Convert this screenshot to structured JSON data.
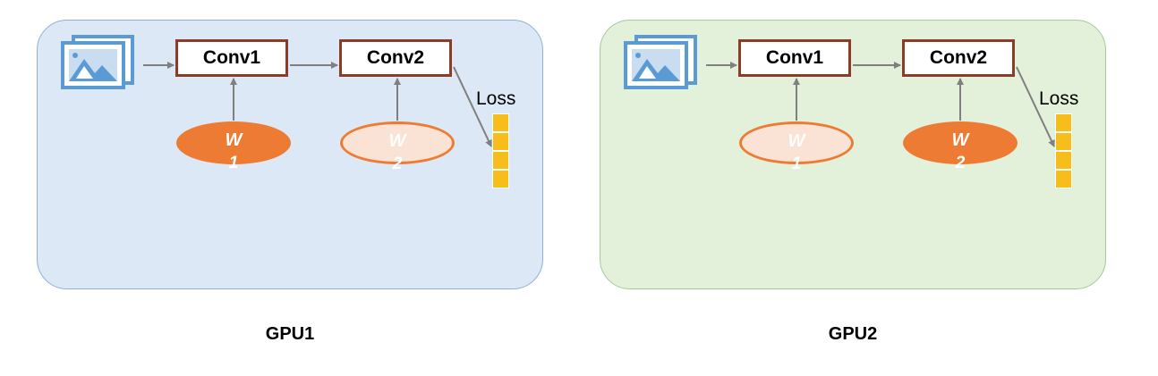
{
  "panels": [
    {
      "conv1": "Conv1",
      "conv2": "Conv2",
      "w1_letter": "W",
      "w1_sub": "1",
      "w2_letter": "W",
      "w2_sub": "2",
      "loss": "Loss",
      "label": "GPU1",
      "w1_style": "solid",
      "w2_style": "light"
    },
    {
      "conv1": "Conv1",
      "conv2": "Conv2",
      "w1_letter": "W",
      "w1_sub": "1",
      "w2_letter": "W",
      "w2_sub": "2",
      "loss": "Loss",
      "label": "GPU2",
      "w1_style": "light",
      "w2_style": "solid"
    }
  ],
  "colors": {
    "gpu1_background": "#dce8f5",
    "gpu2_background": "#e3f0da",
    "conv_border": "#8b3c26",
    "weight_orange": "#ee7b33",
    "weight_light": "#fae3d4",
    "loss_yellow": "#f6bd1b",
    "image_icon_blue": "#5b9bd5",
    "arrow_gray": "#7f7f7f"
  },
  "icons": {
    "input": "image-icon"
  }
}
